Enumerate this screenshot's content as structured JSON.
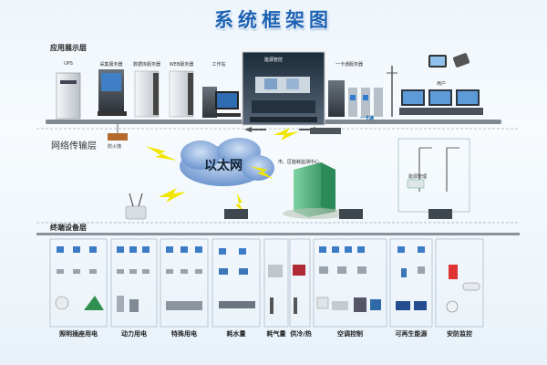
{
  "title": "系统框架图",
  "layers": {
    "app": "应用展示层",
    "net": "网络传输层",
    "term": "终端设备层"
  },
  "top_devices": [
    {
      "label": "UPS"
    },
    {
      "label": "采集服务器"
    },
    {
      "label": "数据库服务器"
    },
    {
      "label": "WEB服务器"
    },
    {
      "label": "工作站"
    },
    {
      "label": "一卡通服务器"
    },
    {
      "label": "用户"
    }
  ],
  "control_room": "能源管控",
  "firewall": "防火墙",
  "onecard": "一卡通",
  "cloud": "以太网",
  "center": "市、区能耗监测中心",
  "streetlight_box": "能源管理",
  "categories": [
    {
      "label": "照明插座用电"
    },
    {
      "label": "动力用电"
    },
    {
      "label": "特殊用电"
    },
    {
      "label": "耗水量"
    },
    {
      "label": "耗气量"
    },
    {
      "label": "供冷/热"
    },
    {
      "label": "空调控制"
    },
    {
      "label": "可再生能源"
    },
    {
      "label": "安防监控"
    }
  ],
  "colors": {
    "title": "#1d62b3",
    "arrow": "#f2e600",
    "cloud": "#5d89c9",
    "building": "#39a86a"
  }
}
